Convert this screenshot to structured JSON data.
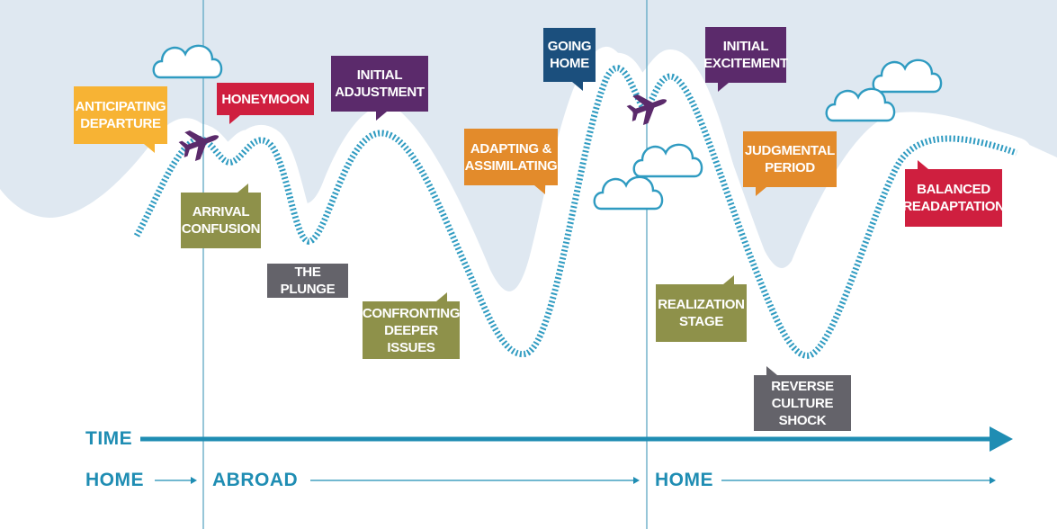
{
  "colors": {
    "sky": "#dfe8f1",
    "curve": "#2f9bc1",
    "axis": "#1f8db3",
    "yellow": "#f7b334",
    "red": "#cf1f3f",
    "purple": "#5b2a6b",
    "navy": "#1b4f7d",
    "olive": "#8e914a",
    "gray": "#64636a",
    "orange": "#e38b2b",
    "plane": "#5b2a6b"
  },
  "stages": {
    "anticipating_departure": "ANTICIPATING\nDEPARTURE",
    "honeymoon": "HONEYMOON",
    "initial_adjustment": "INITIAL\nADJUSTMENT",
    "going_home": "GOING\nHOME",
    "initial_excitement": "INITIAL\nEXCITEMENT",
    "arrival_confusion": "ARRIVAL\nCONFUSION",
    "the_plunge": "THE PLUNGE",
    "adapting_assimilating": "ADAPTING &\nASSIMILATING",
    "confronting_deeper_issues": "CONFRONTING\nDEEPER ISSUES",
    "judgmental_period": "JUDGMENTAL\nPERIOD",
    "realization_stage": "REALIZATION\nSTAGE",
    "reverse_culture_shock": "REVERSE\nCULTURE SHOCK",
    "balanced_readaptation": "BALANCED\nREADAPTATION"
  },
  "axis": {
    "time": "TIME",
    "home_start": "HOME",
    "abroad": "ABROAD",
    "home_end": "HOME"
  }
}
